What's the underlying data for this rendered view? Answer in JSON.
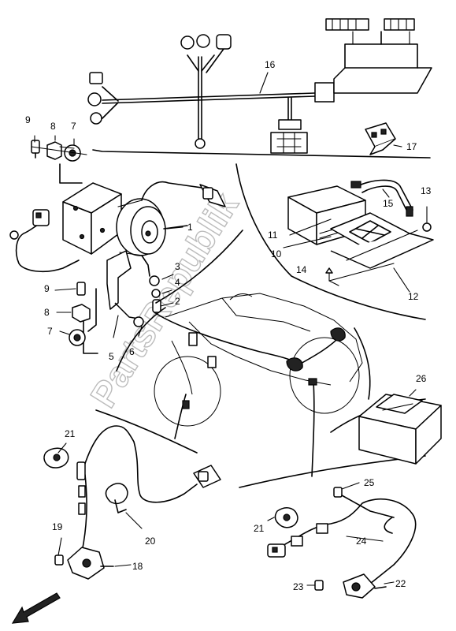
{
  "watermark": "PartsRepublik",
  "callouts": [
    {
      "id": "1",
      "label": "1"
    },
    {
      "id": "2",
      "label": "2"
    },
    {
      "id": "3",
      "label": "3"
    },
    {
      "id": "4",
      "label": "4"
    },
    {
      "id": "5",
      "label": "5"
    },
    {
      "id": "6",
      "label": "6"
    },
    {
      "id": "7a",
      "label": "7"
    },
    {
      "id": "7b",
      "label": "7"
    },
    {
      "id": "8a",
      "label": "8"
    },
    {
      "id": "8b",
      "label": "8"
    },
    {
      "id": "9a",
      "label": "9"
    },
    {
      "id": "9b",
      "label": "9"
    },
    {
      "id": "10",
      "label": "10"
    },
    {
      "id": "11",
      "label": "11"
    },
    {
      "id": "12",
      "label": "12"
    },
    {
      "id": "13",
      "label": "13"
    },
    {
      "id": "14",
      "label": "14"
    },
    {
      "id": "15",
      "label": "15"
    },
    {
      "id": "16",
      "label": "16"
    },
    {
      "id": "17",
      "label": "17"
    },
    {
      "id": "18",
      "label": "18"
    },
    {
      "id": "19",
      "label": "19"
    },
    {
      "id": "20",
      "label": "20"
    },
    {
      "id": "21a",
      "label": "21"
    },
    {
      "id": "21b",
      "label": "21"
    },
    {
      "id": "22",
      "label": "22"
    },
    {
      "id": "23",
      "label": "23"
    },
    {
      "id": "24",
      "label": "24"
    },
    {
      "id": "25",
      "label": "25"
    },
    {
      "id": "26",
      "label": "26"
    }
  ],
  "icons": {
    "direction_arrow": "front-direction-arrow-icon"
  }
}
